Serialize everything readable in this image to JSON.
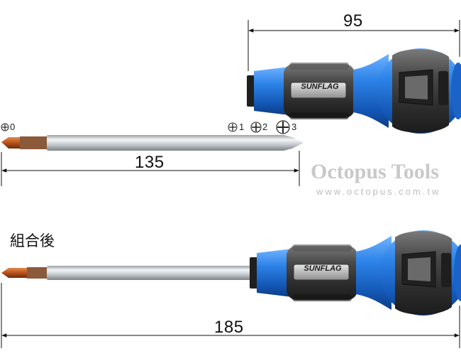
{
  "dimensions": {
    "handle_length": "95",
    "bit_length": "135",
    "assembled_length": "185"
  },
  "tip_sizes": {
    "size0": "0",
    "size1": "1",
    "size2": "2",
    "size3": "3"
  },
  "handle_logo": "SUNFLAG",
  "assembled_label": "組合後",
  "watermark": {
    "brand": "Octopus Tools",
    "url": "www.octopus.com.tw"
  },
  "colors": {
    "handle_blue": "#1a6fd0",
    "grip_dark": "#3c3c3c",
    "bit_copper": "#b8521c",
    "shaft_silver": "#d9dcdf"
  }
}
